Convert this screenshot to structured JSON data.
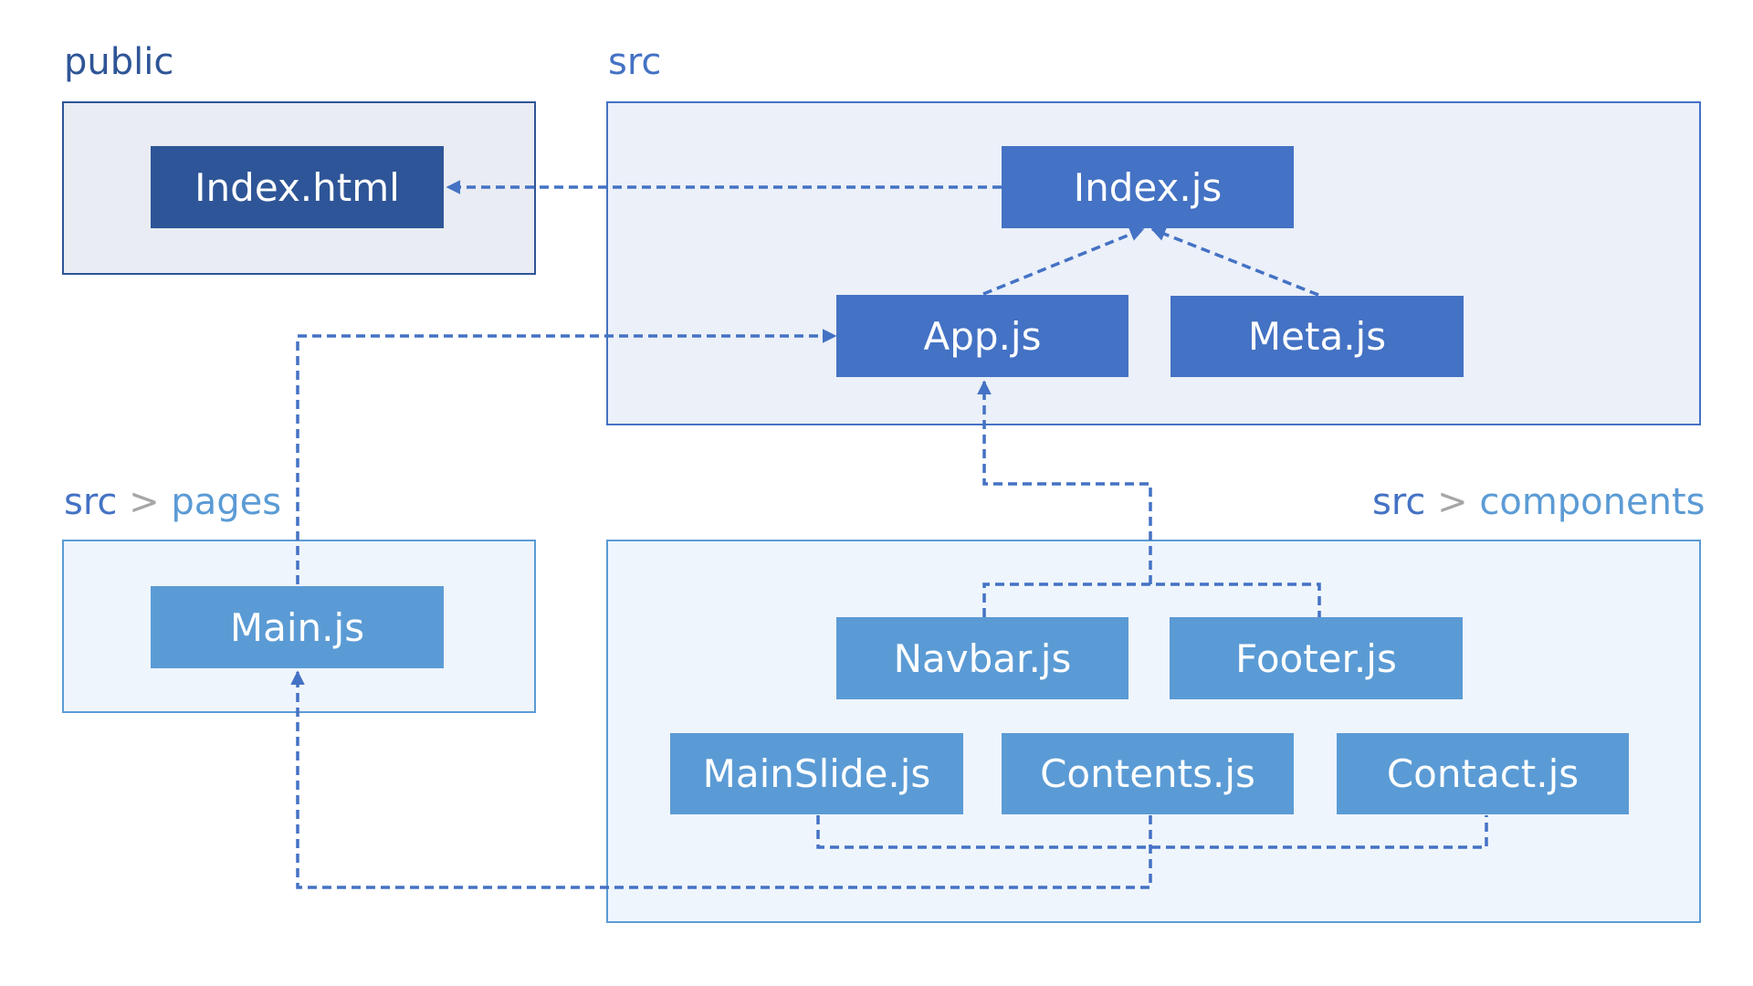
{
  "colors": {
    "dark": "#2e5597",
    "mid": "#4472c4",
    "light": "#5b9bd5",
    "separator": "#a6a6a6",
    "connector": "#4472c4"
  },
  "groups": {
    "public": {
      "label": "public"
    },
    "src": {
      "label": "src"
    },
    "pages": {
      "parent": "src",
      "separator": ">",
      "name": "pages"
    },
    "components": {
      "parent": "src",
      "separator": ">",
      "name": "components"
    }
  },
  "files": {
    "index_html": "Index.html",
    "index_js": "Index.js",
    "app_js": "App.js",
    "meta_js": "Meta.js",
    "main_js": "Main.js",
    "navbar_js": "Navbar.js",
    "footer_js": "Footer.js",
    "mainslide_js": "MainSlide.js",
    "contents_js": "Contents.js",
    "contact_js": "Contact.js"
  },
  "connections": [
    {
      "from": "Index.js",
      "to": "Index.html"
    },
    {
      "from": "App.js",
      "to": "Index.js"
    },
    {
      "from": "Meta.js",
      "to": "Index.js"
    },
    {
      "from": "Main.js",
      "to": "App.js"
    },
    {
      "from": "Navbar.js",
      "to": "App.js"
    },
    {
      "from": "Footer.js",
      "to": "App.js"
    },
    {
      "from": "MainSlide.js",
      "to": "Main.js"
    },
    {
      "from": "Contents.js",
      "to": "Main.js"
    },
    {
      "from": "Contact.js",
      "to": "Main.js"
    }
  ]
}
